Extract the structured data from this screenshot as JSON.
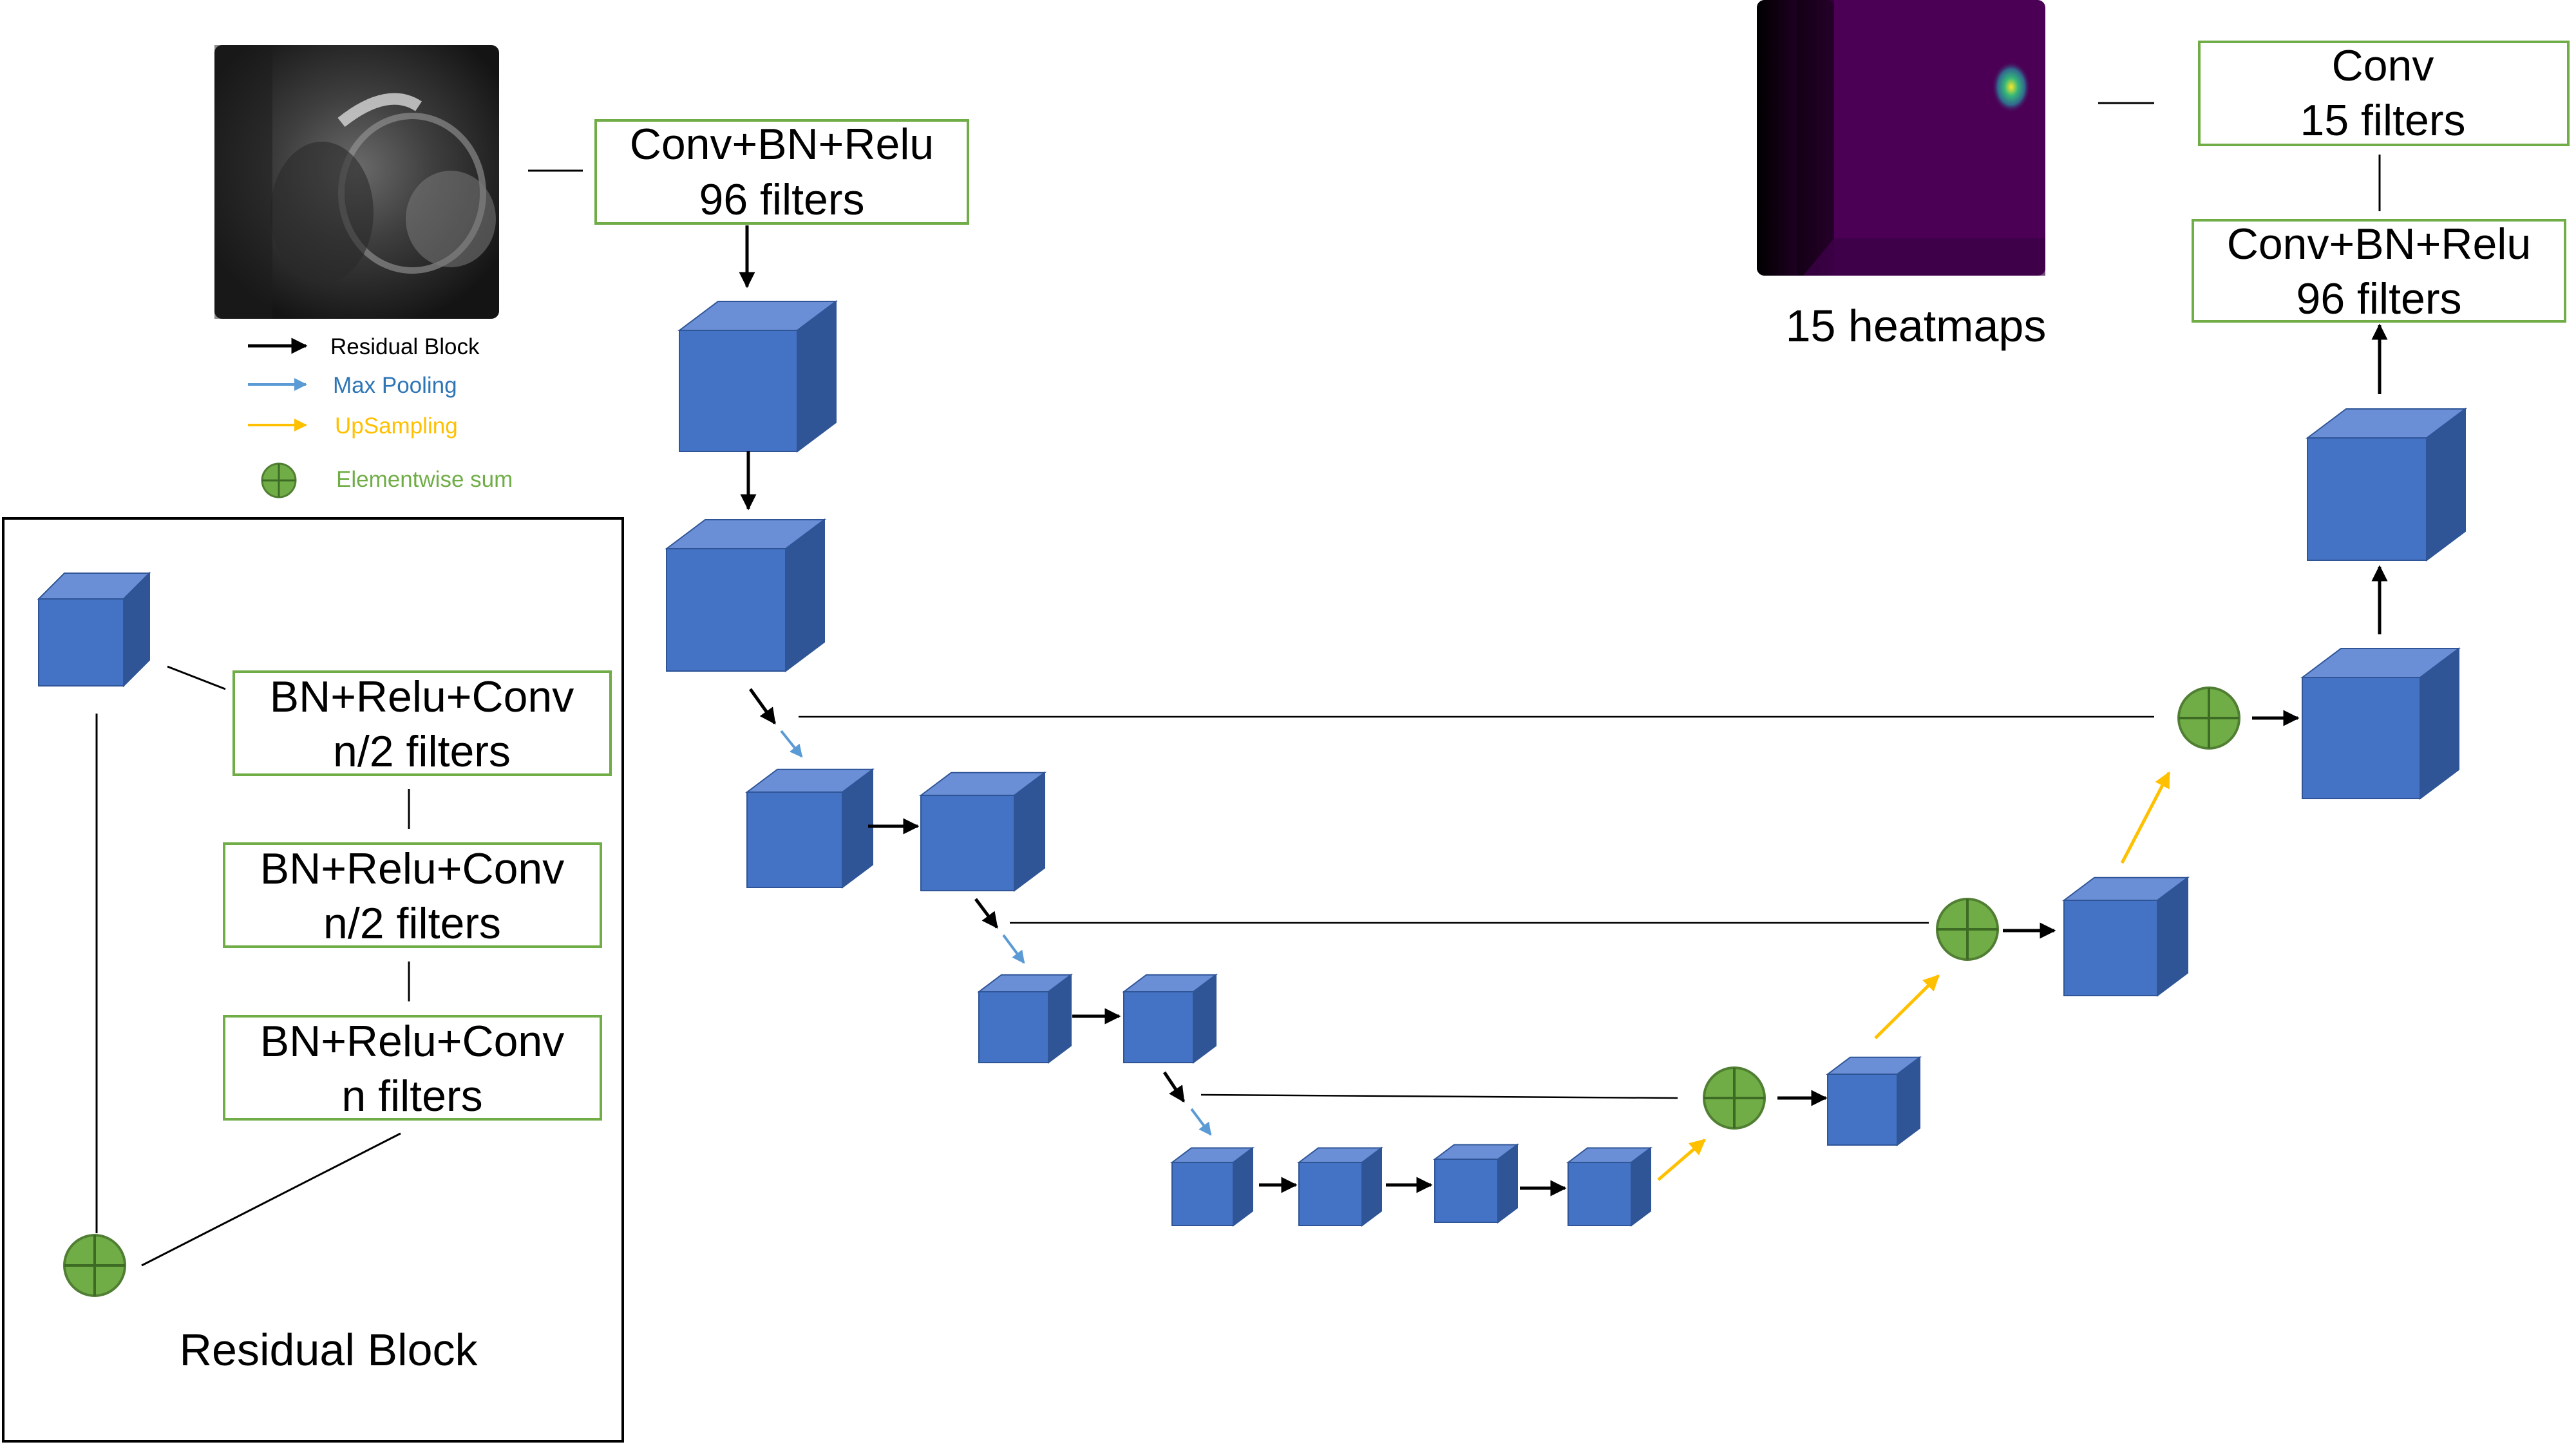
{
  "legend": {
    "residual_block": "Residual Block",
    "max_pooling": "Max Pooling",
    "upsampling": "UpSampling",
    "elementwise_sum": "Elementwise sum"
  },
  "colors": {
    "residual_arrow": "#000000",
    "maxpool_arrow": "#5B9BD5",
    "upsample_arrow": "#FFC000",
    "sum_node": "#70AD47",
    "block_box_border": "#70AD47",
    "cube_front": "#4472C4",
    "cube_top": "#6B8FD6",
    "cube_side": "#2F5597",
    "heatmap_bg": "#4B0055"
  },
  "boxes": {
    "input_conv": {
      "line1": "Conv+BN+Relu",
      "line2": "96 filters"
    },
    "output_conv": {
      "line1": "Conv+BN+Relu",
      "line2": "96 filters"
    },
    "final_conv": {
      "line1": "Conv",
      "line2": "15 filters"
    }
  },
  "heatmaps_label": "15 heatmaps",
  "residual_panel": {
    "title": "Residual Block",
    "layer1": {
      "line1": "BN+Relu+Conv",
      "line2": "n/2 filters"
    },
    "layer2": {
      "line1": "BN+Relu+Conv",
      "line2": "n/2 filters"
    },
    "layer3": {
      "line1": "BN+Relu+Conv",
      "line2": "n filters"
    }
  }
}
